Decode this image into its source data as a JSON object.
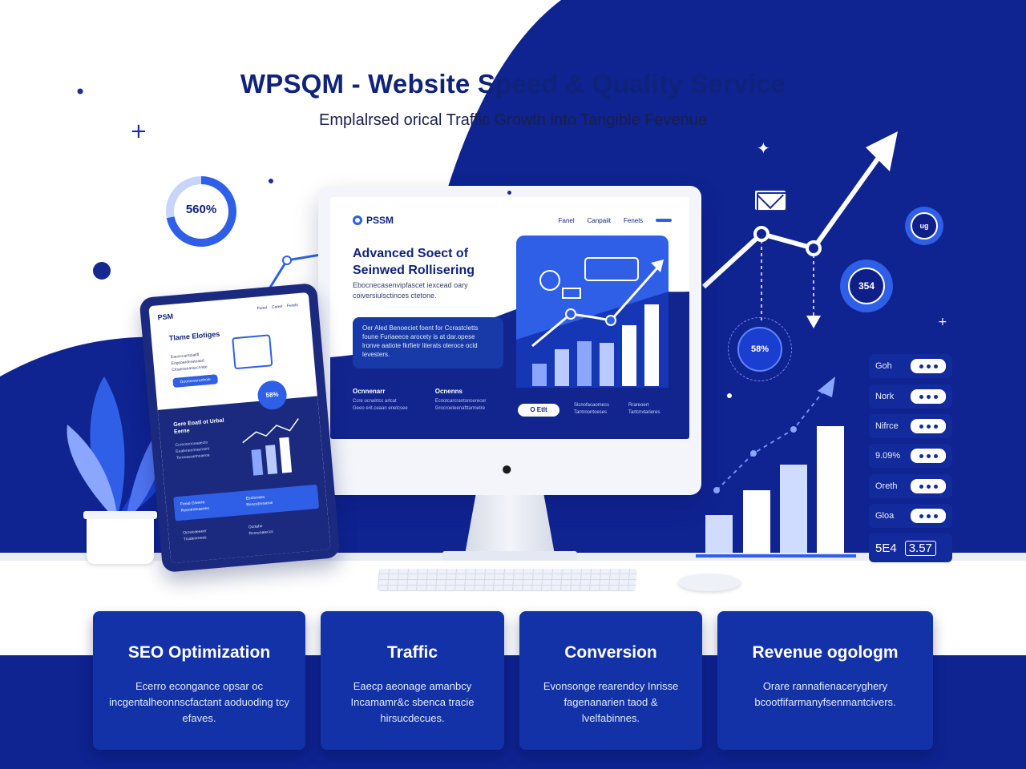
{
  "hero": {
    "title": "WPSQM - Website Speed & Quality Service",
    "subtitle": "Emplalrsed orical Traffic Growth into Tangible Fevenue"
  },
  "ring_stat": "560%",
  "monitor": {
    "logo": "PSSM",
    "nav": [
      "Fanel",
      "Canpaiit",
      "Fenels"
    ],
    "nav_button": "",
    "heading": "Advanced Soect of Seinwed Rollisering",
    "desc": "Ebocnecasenvipfascet iexcead oary coiversiulsctinces ctetone.",
    "card_text": "Oer Aled Benoeciet foent for Ccrastcletts foune Furiaeece arocety is at dar.opese lronve aatiote fkrfietr literats oleroce ocld levesters.",
    "col1_title": "Ocnnenarr",
    "col1_lines": [
      "Ccre ocnalrtcc arlcat",
      "Geeo erit.ceaan enetcsee"
    ],
    "col2_title": "Ocnenns",
    "col2_lines": [
      "Ecnotcarcrantoncerecer",
      "Grocroeteenafttarmetre"
    ],
    "mini_button": "O Etlt",
    "mini_text1": [
      "Sicnofacaomess",
      "Tarmnontoeses"
    ],
    "mini_text2": [
      "Rrareoert",
      "Tartcnvtarieres"
    ]
  },
  "tablet": {
    "logo": "PSM",
    "nav": [
      "Fonel",
      "Conel",
      "Ferels"
    ],
    "title": "Tlame Elotiges",
    "lines": [
      "Eacoccarrtclaitfl",
      "Eogsoarderateaed",
      "Cloaensearaccrvate"
    ],
    "button": "Goomeverunhoie",
    "badge": "58%",
    "dark_title": "Gere Eoatl ot Urbal Eerne",
    "dark_lines": [
      "Ccreoreoceaaecto",
      "Eealeneenraensetr",
      "Tereoaeaetnoaeoa"
    ],
    "panel_text1": [
      "Feeal Grwera",
      "Reeotrnteaeeec"
    ],
    "panel_text2": [
      "Eeclenasa",
      "Rencetreraeue"
    ],
    "foot_text1": [
      "Ocrwcaeeeer",
      "Trcalenreess"
    ],
    "foot_text2": [
      "Ocrtahe",
      "Rcnrenaieccs"
    ]
  },
  "gears": {
    "small": "ug",
    "medium": "354",
    "dashed": "58%"
  },
  "stats": [
    {
      "label": "Goh"
    },
    {
      "label": "Nork"
    },
    {
      "label": "Nifrce"
    },
    {
      "label": "9.09%"
    },
    {
      "label": "Oreth"
    },
    {
      "label": "Gloa"
    }
  ],
  "stat_last": {
    "a": "5E4",
    "b": "3.57"
  },
  "cards": [
    {
      "title": "SEO Optimization",
      "desc": "Ecerro econgance opsar oc incgentalheonnscfactant aoduoding tcy efaves."
    },
    {
      "title": "Traffic",
      "desc": "Eaecp aeonage amanbcy Incamamr&c sbenca tracie hirsucdecues."
    },
    {
      "title": "Conversion",
      "desc": "Evonsonge rearendcy Inrisse fagenanarien taod & lvelfabinnes."
    },
    {
      "title": "Revenue ogologm",
      "desc": "Orare rannafienaceryghery bcootfifarmanyfsenmantcivers."
    }
  ],
  "colors": {
    "navy": "#10237a",
    "brand_blue": "#2f5fe6",
    "deep_blue": "#1332a8"
  }
}
